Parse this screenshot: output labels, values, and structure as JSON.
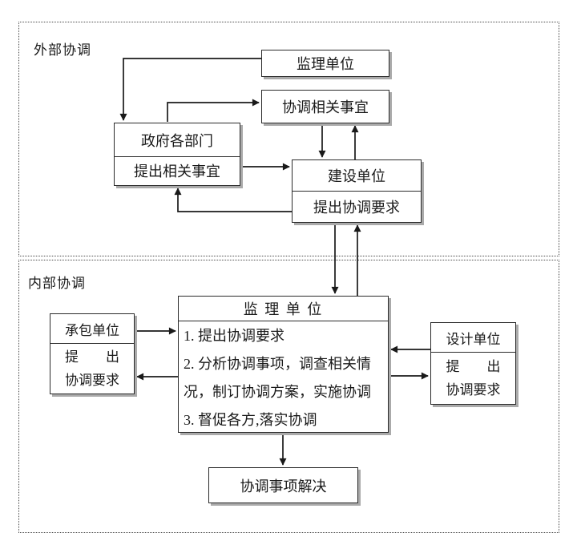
{
  "sections": {
    "external": {
      "label": "外部协调"
    },
    "internal": {
      "label": "内部协调"
    }
  },
  "nodes": {
    "supervisor_external": {
      "title": "监理单位"
    },
    "coordinate_matters": {
      "title": "协调相关事宜"
    },
    "government": {
      "title": "政府各部门",
      "subtitle": "提出相关事宜"
    },
    "construction": {
      "title": "建设单位",
      "subtitle": "提出协调要求"
    },
    "supervisor_internal": {
      "title": "监 理 单 位",
      "items": [
        "1. 提出协调要求",
        "2. 分析协调事项，调查相关情况，制订协调方案，实施协调",
        "3. 督促各方,落实协调"
      ]
    },
    "contractor": {
      "title": "承包单位",
      "subtitle_line1": "提　　出",
      "subtitle_line2": "协调要求"
    },
    "designer": {
      "title": "设计单位",
      "subtitle_line1": "提　　出",
      "subtitle_line2": "协调要求"
    },
    "resolved": {
      "title": "协调事项解决"
    }
  },
  "colors": {
    "line": "#1a1a1a",
    "box_border": "#2b2b2b",
    "box_shadow": "#aaaaaa",
    "text": "#1a1a1a",
    "background": "#ffffff"
  }
}
